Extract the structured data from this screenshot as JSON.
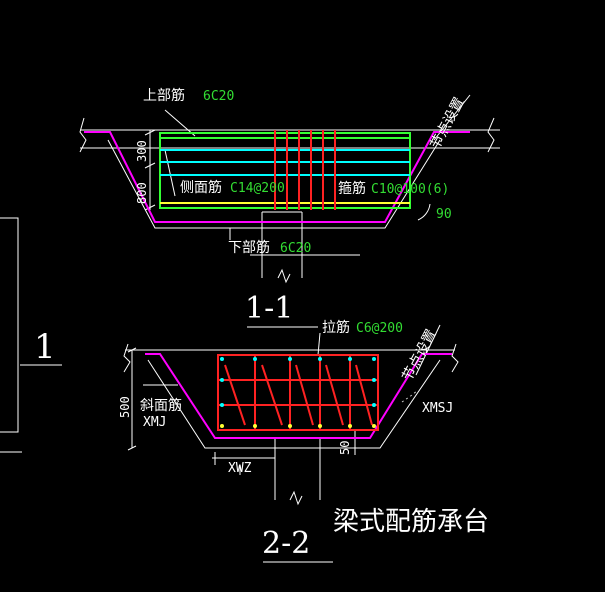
{
  "colors": {
    "background": "#000000",
    "outline": "#ffffff",
    "pad_lining": "#ff00ff",
    "longitudinal_bar": "#33ff33",
    "side_bar": "#00ffff",
    "stirrup": "#ff2222",
    "bottom_bar": "#ffff33",
    "text_white": "#ffffff",
    "text_green": "#33dd33"
  },
  "section_1": {
    "title": "1-1",
    "top_bar_label": "上部筋",
    "top_bar_spec": "6C20",
    "side_bar_label": "侧面筋",
    "side_bar_spec": "C14@200",
    "stirrup_label": "箍筋",
    "stirrup_spec": "C10@100(6)",
    "bottom_bar_label": "下部筋",
    "bottom_bar_spec": "6C20",
    "dim_300": "300",
    "dim_800": "800",
    "angle": "90",
    "node_note": "节点设置"
  },
  "section_2": {
    "title": "2-2",
    "tie_bar_label": "拉筋",
    "tie_bar_spec": "C6@200",
    "slope_bar_label": "斜面筋",
    "xmj": "XMJ",
    "xmsj": "XMSJ",
    "xwz": "XWZ",
    "dim_500": "500",
    "dim_50": "50",
    "node_note": "节点设置"
  },
  "left_marker": {
    "label": "1"
  },
  "caption": "梁式配筋承台"
}
